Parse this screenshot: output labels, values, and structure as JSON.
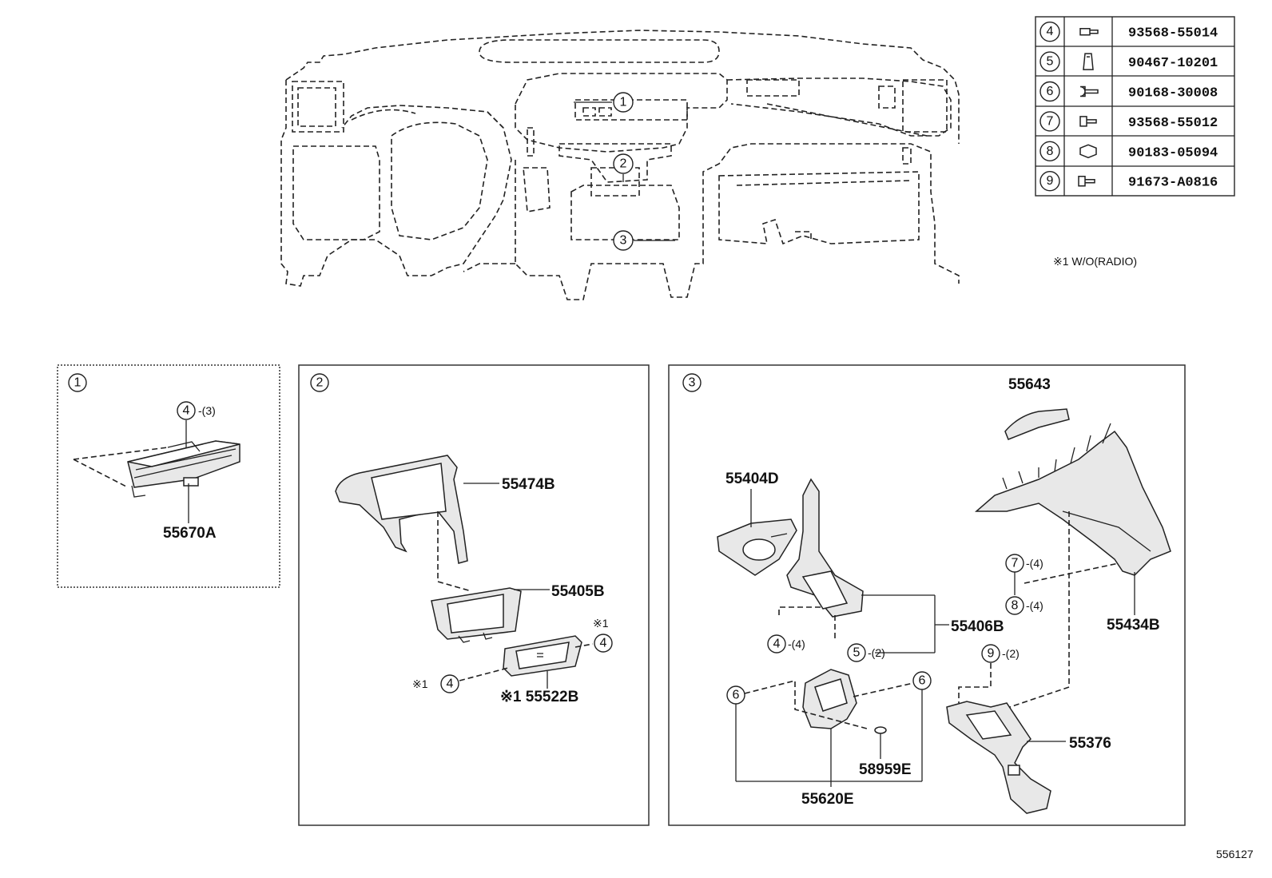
{
  "fastener_table": [
    {
      "ref": "4",
      "part_no": "93568-55014",
      "icon": "flange-bolt-icon"
    },
    {
      "ref": "5",
      "part_no": "90467-10201",
      "icon": "clip-icon"
    },
    {
      "ref": "6",
      "part_no": "90168-30008",
      "icon": "screw-icon"
    },
    {
      "ref": "7",
      "part_no": "93568-55012",
      "icon": "bolt-icon"
    },
    {
      "ref": "8",
      "part_no": "90183-05094",
      "icon": "nut-clip-icon"
    },
    {
      "ref": "9",
      "part_no": "91673-A0816",
      "icon": "hex-bolt-icon"
    }
  ],
  "note": "※1 W/O(RADIO)",
  "overview_callouts": [
    "1",
    "2",
    "3"
  ],
  "panel1": {
    "ref": "1",
    "fastener": "4",
    "fastener_qty": "-(3)",
    "part": "55670A"
  },
  "panel2": {
    "ref": "2",
    "parts": [
      "55474B",
      "55405B",
      "※1 55522B"
    ],
    "mark1": "※1",
    "mark2": "※1",
    "fastener": "4"
  },
  "panel3": {
    "ref": "3",
    "parts": [
      "55643",
      "55404D",
      "55406B",
      "55434B",
      "55376",
      "58959E",
      "55620E"
    ],
    "c4": "4",
    "c4_qty": "-(4)",
    "c5": "5",
    "c5_qty": "-(2)",
    "c6": "6",
    "c7": "7",
    "c7_qty": "-(4)",
    "c8": "8",
    "c8_qty": "-(4)",
    "c9": "9",
    "c9_qty": "-(2)"
  },
  "figure_id": "556127"
}
